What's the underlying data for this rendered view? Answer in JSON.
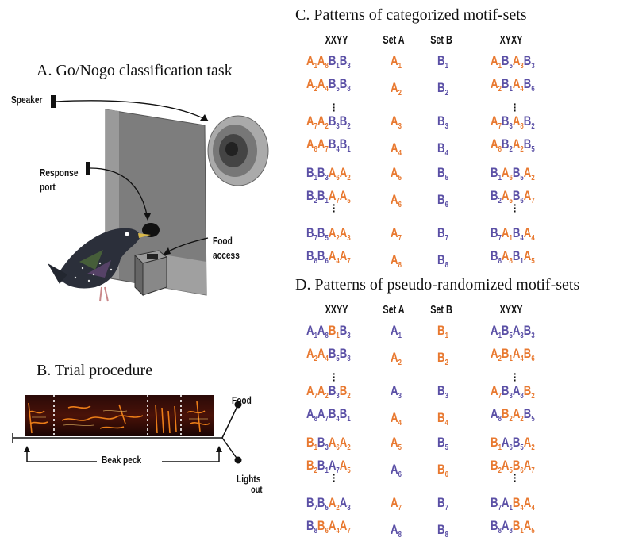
{
  "panelA": {
    "title": "A. Go/Nogo classification task",
    "speaker_label": "Speaker",
    "response_label_1": "Response",
    "response_label_2": "port",
    "food_label_1": "Food",
    "food_label_2": "access"
  },
  "panelB": {
    "title": "B. Trial procedure",
    "food_label": "Food",
    "lights_label_1": "Lights",
    "lights_label_2": "out",
    "beak_label": "Beak peck"
  },
  "panelC": {
    "title": "C. Patterns of categorized motif-sets",
    "headers": [
      "XXYY",
      "Set A",
      "Set B",
      "XYXY"
    ],
    "xxyy": [
      [
        [
          "A",
          "1",
          "o"
        ],
        [
          "A",
          "8",
          "o"
        ],
        [
          "B",
          "1",
          "p"
        ],
        [
          "B",
          "3",
          "p"
        ]
      ],
      [
        [
          "A",
          "2",
          "o"
        ],
        [
          "A",
          "4",
          "o"
        ],
        [
          "B",
          "5",
          "p"
        ],
        [
          "B",
          "8",
          "p"
        ]
      ],
      [
        [
          "A",
          "7",
          "o"
        ],
        [
          "A",
          "2",
          "o"
        ],
        [
          "B",
          "3",
          "p"
        ],
        [
          "B",
          "2",
          "p"
        ]
      ],
      [
        [
          "A",
          "8",
          "o"
        ],
        [
          "A",
          "7",
          "o"
        ],
        [
          "B",
          "4",
          "p"
        ],
        [
          "B",
          "1",
          "p"
        ]
      ],
      [
        [
          "B",
          "1",
          "p"
        ],
        [
          "B",
          "3",
          "p"
        ],
        [
          "A",
          "6",
          "o"
        ],
        [
          "A",
          "2",
          "o"
        ]
      ],
      [
        [
          "B",
          "2",
          "p"
        ],
        [
          "B",
          "1",
          "p"
        ],
        [
          "A",
          "7",
          "o"
        ],
        [
          "A",
          "5",
          "o"
        ]
      ],
      [
        [
          "B",
          "7",
          "p"
        ],
        [
          "B",
          "5",
          "p"
        ],
        [
          "A",
          "2",
          "o"
        ],
        [
          "A",
          "3",
          "o"
        ]
      ],
      [
        [
          "B",
          "8",
          "p"
        ],
        [
          "B",
          "6",
          "p"
        ],
        [
          "A",
          "4",
          "o"
        ],
        [
          "A",
          "7",
          "o"
        ]
      ]
    ],
    "setA": [
      [
        "A",
        "1",
        "o"
      ],
      [
        "A",
        "2",
        "o"
      ],
      [
        "A",
        "3",
        "o"
      ],
      [
        "A",
        "4",
        "o"
      ],
      [
        "A",
        "5",
        "o"
      ],
      [
        "A",
        "6",
        "o"
      ],
      [
        "A",
        "7",
        "o"
      ],
      [
        "A",
        "8",
        "o"
      ]
    ],
    "setB": [
      [
        "B",
        "1",
        "p"
      ],
      [
        "B",
        "2",
        "p"
      ],
      [
        "B",
        "3",
        "p"
      ],
      [
        "B",
        "4",
        "p"
      ],
      [
        "B",
        "5",
        "p"
      ],
      [
        "B",
        "6",
        "p"
      ],
      [
        "B",
        "7",
        "p"
      ],
      [
        "B",
        "8",
        "p"
      ]
    ],
    "xyxy": [
      [
        [
          "A",
          "1",
          "o"
        ],
        [
          "B",
          "5",
          "p"
        ],
        [
          "A",
          "3",
          "o"
        ],
        [
          "B",
          "3",
          "p"
        ]
      ],
      [
        [
          "A",
          "2",
          "o"
        ],
        [
          "B",
          "1",
          "p"
        ],
        [
          "A",
          "4",
          "o"
        ],
        [
          "B",
          "6",
          "p"
        ]
      ],
      [
        [
          "A",
          "7",
          "o"
        ],
        [
          "B",
          "3",
          "p"
        ],
        [
          "A",
          "8",
          "o"
        ],
        [
          "B",
          "2",
          "p"
        ]
      ],
      [
        [
          "A",
          "8",
          "o"
        ],
        [
          "B",
          "2",
          "p"
        ],
        [
          "A",
          "2",
          "o"
        ],
        [
          "B",
          "5",
          "p"
        ]
      ],
      [
        [
          "B",
          "1",
          "p"
        ],
        [
          "A",
          "6",
          "o"
        ],
        [
          "B",
          "5",
          "p"
        ],
        [
          "A",
          "2",
          "o"
        ]
      ],
      [
        [
          "B",
          "2",
          "p"
        ],
        [
          "A",
          "5",
          "o"
        ],
        [
          "B",
          "6",
          "p"
        ],
        [
          "A",
          "7",
          "o"
        ]
      ],
      [
        [
          "B",
          "7",
          "p"
        ],
        [
          "A",
          "1",
          "o"
        ],
        [
          "B",
          "4",
          "p"
        ],
        [
          "A",
          "4",
          "o"
        ]
      ],
      [
        [
          "B",
          "8",
          "p"
        ],
        [
          "A",
          "8",
          "o"
        ],
        [
          "B",
          "1",
          "p"
        ],
        [
          "A",
          "5",
          "o"
        ]
      ]
    ]
  },
  "panelD": {
    "title": "D. Patterns of pseudo-randomized motif-sets",
    "headers": [
      "XXYY",
      "Set A",
      "Set B",
      "XYXY"
    ],
    "xxyy": [
      [
        [
          "A",
          "1",
          "p"
        ],
        [
          "A",
          "8",
          "p"
        ],
        [
          "B",
          "1",
          "o"
        ],
        [
          "B",
          "3",
          "p"
        ]
      ],
      [
        [
          "A",
          "2",
          "o"
        ],
        [
          "A",
          "4",
          "o"
        ],
        [
          "B",
          "5",
          "p"
        ],
        [
          "B",
          "8",
          "p"
        ]
      ],
      [
        [
          "A",
          "7",
          "o"
        ],
        [
          "A",
          "2",
          "o"
        ],
        [
          "B",
          "3",
          "p"
        ],
        [
          "B",
          "2",
          "o"
        ]
      ],
      [
        [
          "A",
          "8",
          "p"
        ],
        [
          "A",
          "7",
          "p"
        ],
        [
          "B",
          "4",
          "p"
        ],
        [
          "B",
          "1",
          "p"
        ]
      ],
      [
        [
          "B",
          "1",
          "o"
        ],
        [
          "B",
          "3",
          "p"
        ],
        [
          "A",
          "6",
          "o"
        ],
        [
          "A",
          "2",
          "o"
        ]
      ],
      [
        [
          "B",
          "2",
          "o"
        ],
        [
          "B",
          "1",
          "p"
        ],
        [
          "A",
          "7",
          "p"
        ],
        [
          "A",
          "5",
          "o"
        ]
      ],
      [
        [
          "B",
          "7",
          "p"
        ],
        [
          "B",
          "5",
          "p"
        ],
        [
          "A",
          "2",
          "o"
        ],
        [
          "A",
          "3",
          "p"
        ]
      ],
      [
        [
          "B",
          "8",
          "p"
        ],
        [
          "B",
          "6",
          "o"
        ],
        [
          "A",
          "4",
          "o"
        ],
        [
          "A",
          "7",
          "o"
        ]
      ]
    ],
    "setA": [
      [
        "A",
        "1",
        "p"
      ],
      [
        "A",
        "2",
        "o"
      ],
      [
        "A",
        "3",
        "p"
      ],
      [
        "A",
        "4",
        "o"
      ],
      [
        "A",
        "5",
        "o"
      ],
      [
        "A",
        "6",
        "p"
      ],
      [
        "A",
        "7",
        "o"
      ],
      [
        "A",
        "8",
        "p"
      ]
    ],
    "setB": [
      [
        "B",
        "1",
        "o"
      ],
      [
        "B",
        "2",
        "o"
      ],
      [
        "B",
        "3",
        "p"
      ],
      [
        "B",
        "4",
        "o"
      ],
      [
        "B",
        "5",
        "p"
      ],
      [
        "B",
        "6",
        "o"
      ],
      [
        "B",
        "7",
        "p"
      ],
      [
        "B",
        "8",
        "p"
      ]
    ],
    "xyxy": [
      [
        [
          "A",
          "1",
          "p"
        ],
        [
          "B",
          "5",
          "p"
        ],
        [
          "A",
          "3",
          "p"
        ],
        [
          "B",
          "3",
          "p"
        ]
      ],
      [
        [
          "A",
          "2",
          "o"
        ],
        [
          "B",
          "1",
          "o"
        ],
        [
          "A",
          "4",
          "o"
        ],
        [
          "B",
          "6",
          "o"
        ]
      ],
      [
        [
          "A",
          "7",
          "o"
        ],
        [
          "B",
          "3",
          "p"
        ],
        [
          "A",
          "8",
          "p"
        ],
        [
          "B",
          "2",
          "o"
        ]
      ],
      [
        [
          "A",
          "8",
          "p"
        ],
        [
          "B",
          "2",
          "o"
        ],
        [
          "A",
          "2",
          "o"
        ],
        [
          "B",
          "5",
          "p"
        ]
      ],
      [
        [
          "B",
          "1",
          "o"
        ],
        [
          "A",
          "6",
          "p"
        ],
        [
          "B",
          "5",
          "p"
        ],
        [
          "A",
          "2",
          "o"
        ]
      ],
      [
        [
          "B",
          "2",
          "o"
        ],
        [
          "A",
          "5",
          "o"
        ],
        [
          "B",
          "6",
          "o"
        ],
        [
          "A",
          "7",
          "o"
        ]
      ],
      [
        [
          "B",
          "7",
          "p"
        ],
        [
          "A",
          "1",
          "p"
        ],
        [
          "B",
          "4",
          "o"
        ],
        [
          "A",
          "4",
          "o"
        ]
      ],
      [
        [
          "B",
          "8",
          "p"
        ],
        [
          "A",
          "8",
          "p"
        ],
        [
          "B",
          "1",
          "o"
        ],
        [
          "A",
          "5",
          "o"
        ]
      ]
    ]
  },
  "colors": {
    "orange": "#e8782f",
    "purple": "#5a4fa5"
  }
}
